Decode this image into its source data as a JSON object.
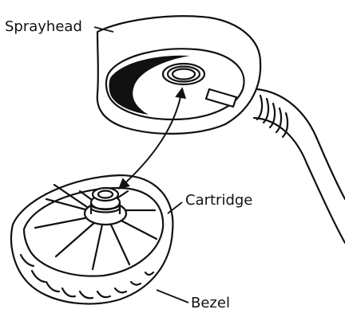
{
  "labels": {
    "sprayhead": "Sprayhead",
    "cartridge": "Cartridge",
    "bezel": "Bezel"
  },
  "colors": {
    "ink": "#111111",
    "background": "#ffffff"
  }
}
